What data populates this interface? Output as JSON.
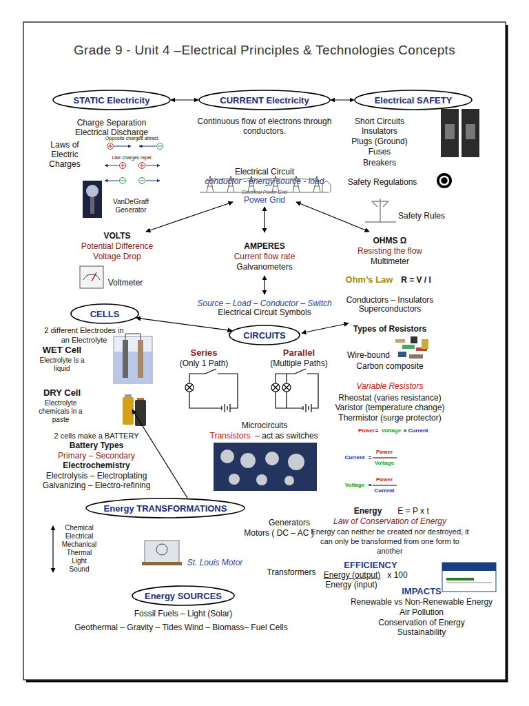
{
  "diagram": {
    "title": "Grade 9 - Unit 4 –Electrical Principles & Technologies Concepts",
    "nodes": [
      {
        "text": [
          "STATIC Electricity"
        ]
      },
      {
        "text": [
          "CURRENT Electricity"
        ]
      },
      {
        "text": [
          "Electrical SAFETY"
        ]
      },
      {
        "text": [
          "CELLS"
        ]
      },
      {
        "text": [
          "CIRCUITS"
        ]
      },
      {
        "text": [
          "Energy TRANSFORMATIONS"
        ]
      },
      {
        "text": [
          "Energy SOURCES"
        ]
      }
    ],
    "edges": [
      {
        "from": 0,
        "to": 1,
        "arrow": "both"
      },
      {
        "from": 1,
        "to": 2,
        "arrow": "both"
      },
      {
        "from": 3,
        "to": 4,
        "arrow": "both"
      }
    ],
    "labels": [
      "Charge Separation",
      "Electrical Discharge",
      "Laws of Electric Charges",
      "Opposite charges attract.",
      "Like charges repel.",
      "VanDeGraff Generator",
      "Continuous flow of electrons through conductors.",
      "Electrical Circuit",
      "conductor - energy source - load",
      "Electrical Power Grid",
      "Power Grid",
      "Short Circuits",
      "Insulators",
      "Plugs (Ground)",
      "Fuses",
      "Breakers",
      "Safety Regulations",
      "Safety Rules",
      "VOLTS",
      "Potential Difference",
      "Voltage Drop",
      "Voltmeter",
      "AMPERES",
      "Current flow rate",
      "Galvanometers",
      "OHMS Ω",
      "Resisting the flow",
      "Multimeter",
      "Ohm’s Law",
      "R = V / I",
      "Conductors – Insulators",
      "Superconductors",
      "Types of Resistors",
      "Wire-bound",
      "Carbon composite",
      "Variable Resistors",
      "Rheostat (varies resistance)",
      "Varistor (temperature change)",
      "Thermistor (surge protector)",
      "Power",
      "=",
      "Voltage",
      "×",
      "Current",
      "Current",
      "=",
      "Power",
      "Voltage",
      "Voltage",
      "=",
      "Power",
      "Current",
      "Energy",
      "E = P x t",
      "Law of Conservation of Energy",
      "Energy can neither be created nor destroyed, it can only be transformed from one form to another",
      "EFFICIENCY",
      "Energy (output)",
      "x 100",
      "Energy (input)",
      "IMPACTS",
      "Renewable vs Non-Renewable Energy",
      "Air Pollution",
      "Conservation of Energy",
      "Sustainability",
      "Source – Load – Conductor – Switch",
      "Electrical Circuit Symbols",
      "Series",
      "(Only 1 Path)",
      "Parallel",
      "(Multiple Paths)",
      "Microcircuits",
      "Transistors",
      "– act as switches",
      "2 different Electrodes in an Electrolyte",
      "WET Cell",
      "Electrolyte is a liquid",
      "DRY Cell",
      "Electrolyte chemicals in a paste",
      "2 cells make a BATTERY",
      "Battery Types",
      "Primary – Secondary",
      "Electrochemistry",
      "Electrolysis – Electroplating",
      "Galvanizing – Electro-refining",
      "Generators",
      "Motors ( DC – AC )",
      "Chemical",
      "Electrical",
      "Mechanical",
      "Thermal",
      "Light",
      "Sound",
      "St. Louis Motor",
      "Transformers",
      "Fossil Fuels – Light (Solar)",
      "Geothermal – Gravity – Tides Wind – Biomass– Fuel Cells"
    ]
  }
}
